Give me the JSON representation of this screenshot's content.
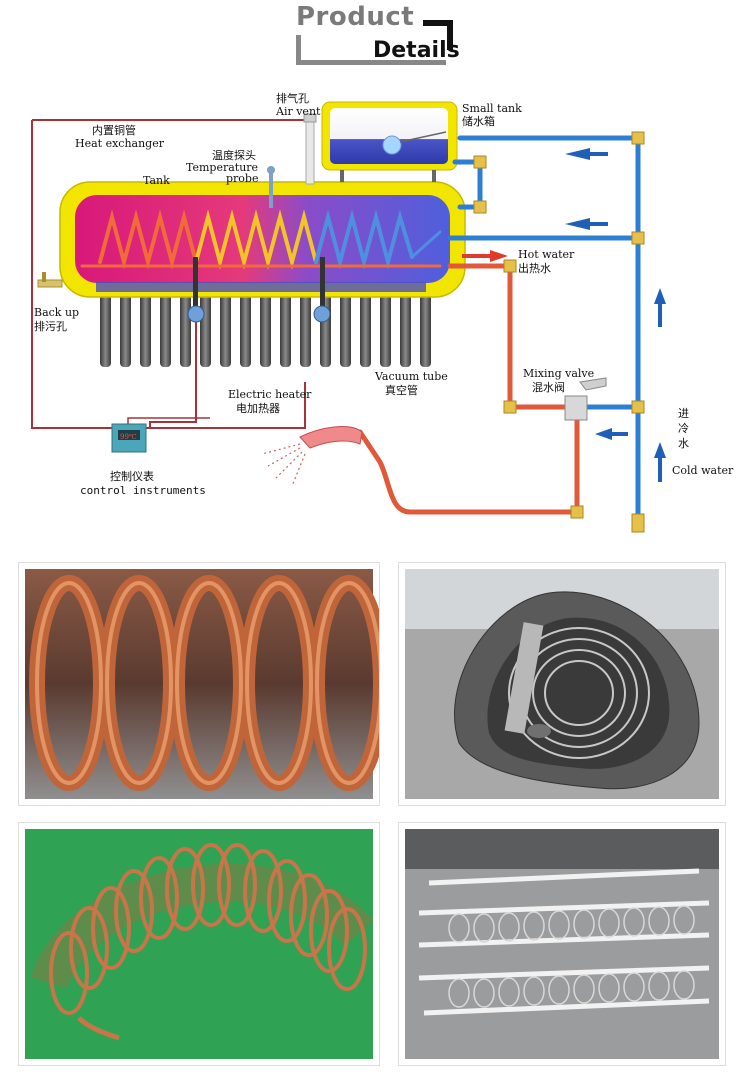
{
  "header": {
    "title_top": "Product",
    "title_bottom": "Details"
  },
  "diagram": {
    "labels": {
      "heat_exchanger_cn": "内置铜管",
      "heat_exchanger_en": "Heat exchanger",
      "tank": "Tank",
      "temp_probe_cn": "温度探头",
      "temp_probe_en1": "Temperature",
      "temp_probe_en2": "probe",
      "air_vent_cn": "排气孔",
      "air_vent_en": "Air vent",
      "small_tank_en": "Small tank",
      "small_tank_cn": "储水箱",
      "hot_water_en": "Hot water",
      "hot_water_cn": "出热水",
      "back_up_en": "Back up",
      "back_up_cn": "排污孔",
      "vacuum_tube_en": "Vacuum tube",
      "vacuum_tube_cn": "真空管",
      "electric_heater_en": "Electric heater",
      "electric_heater_cn": "电加热器",
      "mixing_valve_en": "Mixing valve",
      "mixing_valve_cn": "混水阀",
      "cold_water_cn1": "进",
      "cold_water_cn2": "冷",
      "cold_water_cn3": "水",
      "cold_water_en": "Cold water",
      "control_cn": "控制仪表",
      "control_en": "control instruments",
      "controller_display": "99℃"
    },
    "colors": {
      "cold_pipe": "#2e7fd3",
      "hot_pipe": "#e05a3a",
      "tank_shell": "#f2e500",
      "tank_inner_left": "#e0267f",
      "tank_inner_right": "#5f64d9",
      "vacuum_tube": "#5a5a5a",
      "wire": "#a8323a",
      "arrow": "#1f5fb8"
    }
  },
  "photos": [
    {
      "subject": "copper-coil-closeup"
    },
    {
      "subject": "steel-coil-in-tank-shell"
    },
    {
      "subject": "copper-coil-spiral-on-green"
    },
    {
      "subject": "steel-coils-on-rack"
    }
  ]
}
